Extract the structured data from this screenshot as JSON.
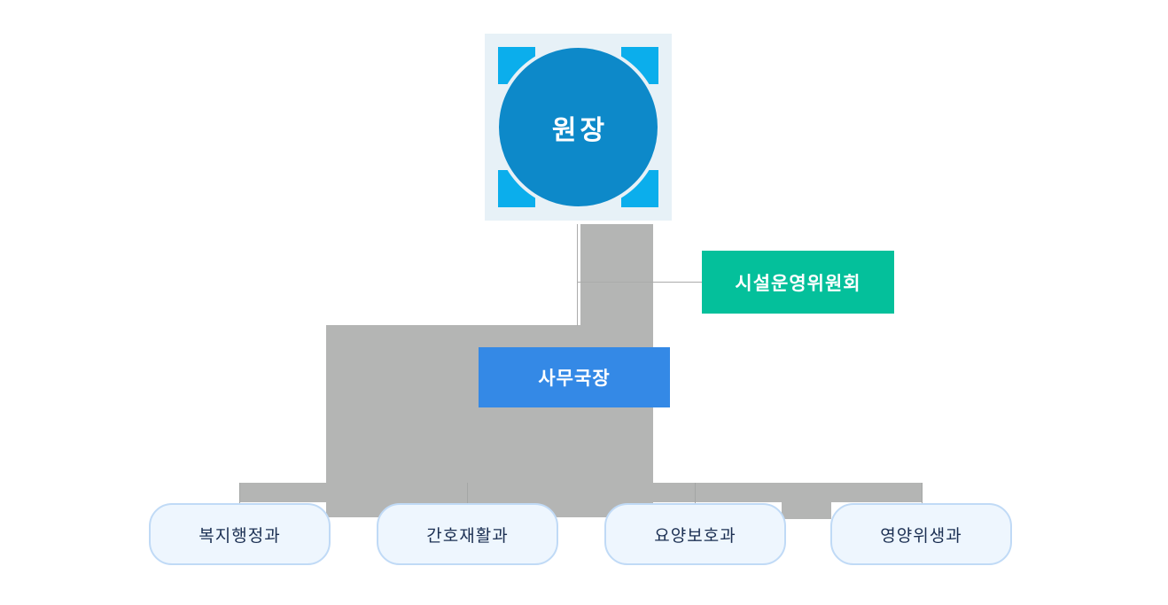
{
  "org_chart": {
    "director": {
      "label": "원장"
    },
    "committee": {
      "label": "시설운영위원회"
    },
    "office_manager": {
      "label": "사무국장"
    },
    "departments": [
      {
        "label": "복지행정과"
      },
      {
        "label": "간호재활과"
      },
      {
        "label": "요양보호과"
      },
      {
        "label": "영양위생과"
      }
    ]
  },
  "colors": {
    "director_card_bg": "#e7f1f7",
    "director_corner_accent": "#0baeec",
    "director_circle": "#0d89c9",
    "committee_bg": "#04c09b",
    "office_manager_bg": "#3489e6",
    "connector_fill": "#b4b5b4",
    "connector_line": "#ababab",
    "department_bg": "#eef6fe",
    "department_border": "#c0daf6",
    "department_text": "#1b2f52",
    "node_text": "#ffffff"
  }
}
